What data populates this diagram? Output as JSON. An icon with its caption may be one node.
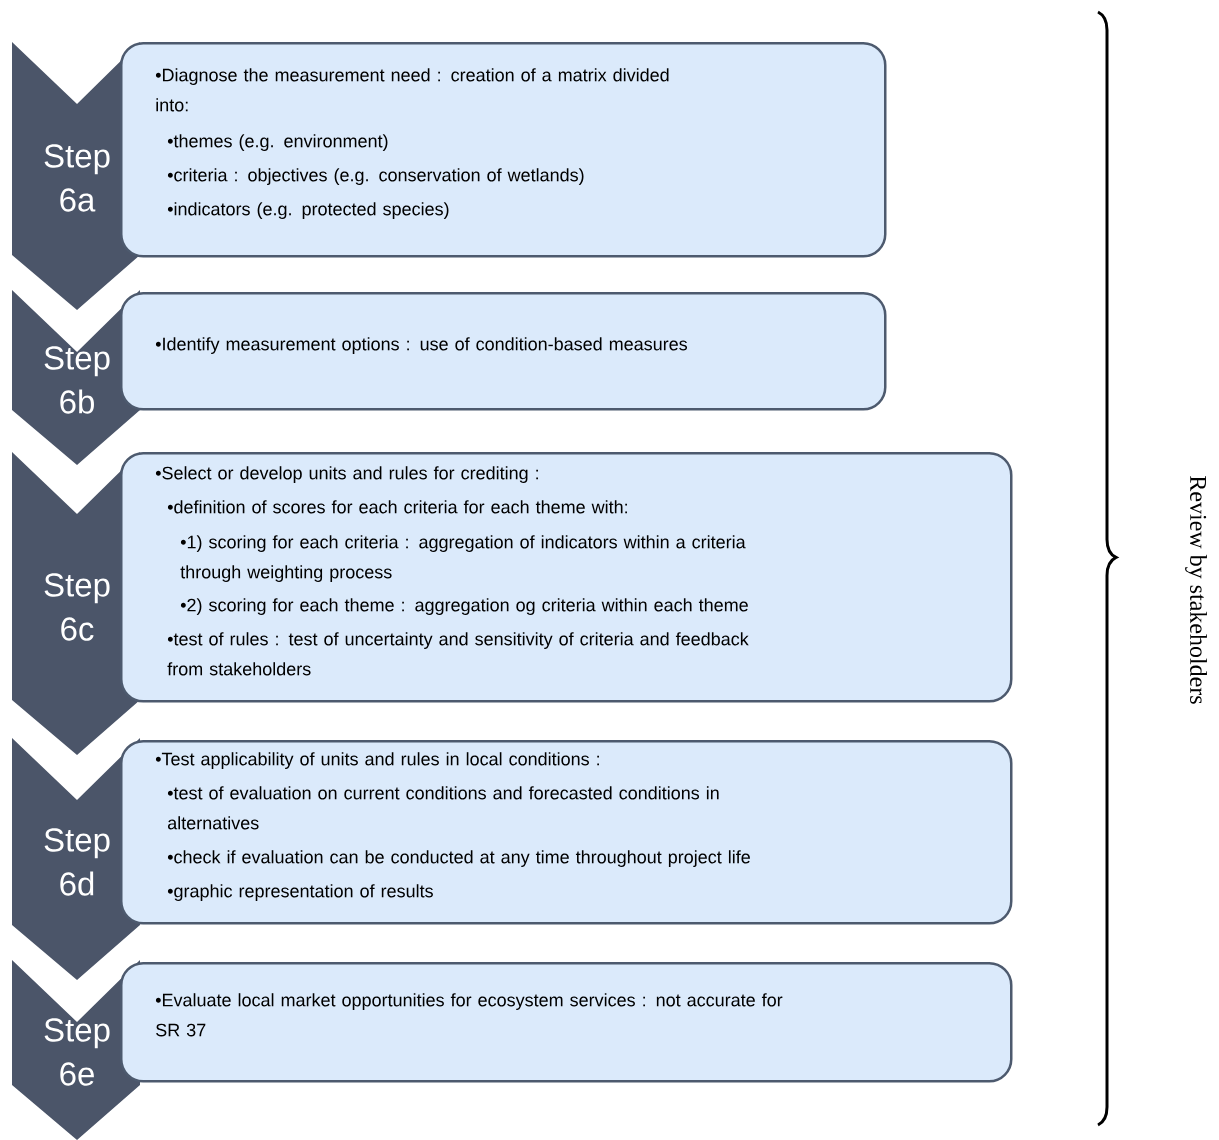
{
  "diagram": {
    "nodes": [
      {
        "text": [
          "Step 6a"
        ]
      },
      {
        "text": [
          "•Diagnose the measurement need : creation of a matrix divided into:",
          "•themes (e.g. environment)",
          "•criteria : objectives (e.g. conservation of wetlands)",
          "•indicators (e.g. protected species)"
        ]
      },
      {
        "text": [
          "Step 6b"
        ]
      },
      {
        "text": [
          "•Identify measurement options : use of condition-based measures"
        ]
      },
      {
        "text": [
          "Step 6c"
        ]
      },
      {
        "text": [
          "•Select or develop units and rules for crediting :",
          "•definition of scores for each criteria for each theme with:",
          "•1) scoring for each criteria : aggregation of indicators within a criteria through weighting process",
          "•2) scoring for each theme : aggregation og criteria within each theme",
          "•test of rules : test of uncertainty and sensitivity of criteria and feedback from stakeholders"
        ]
      },
      {
        "text": [
          "Step 6d"
        ]
      },
      {
        "text": [
          "•Test applicability of units and rules in local conditions :",
          "•test of evaluation on current conditions and forecasted conditions in alternatives",
          "•check if evaluation can be conducted at any time throughout project life",
          "•graphic representation of results"
        ]
      },
      {
        "text": [
          "Step 6e"
        ]
      },
      {
        "text": [
          "•Evaluate local market opportunities for ecosystem services : not accurate for SR 37"
        ]
      }
    ],
    "labels": [
      "Review by stakeholders"
    ]
  }
}
